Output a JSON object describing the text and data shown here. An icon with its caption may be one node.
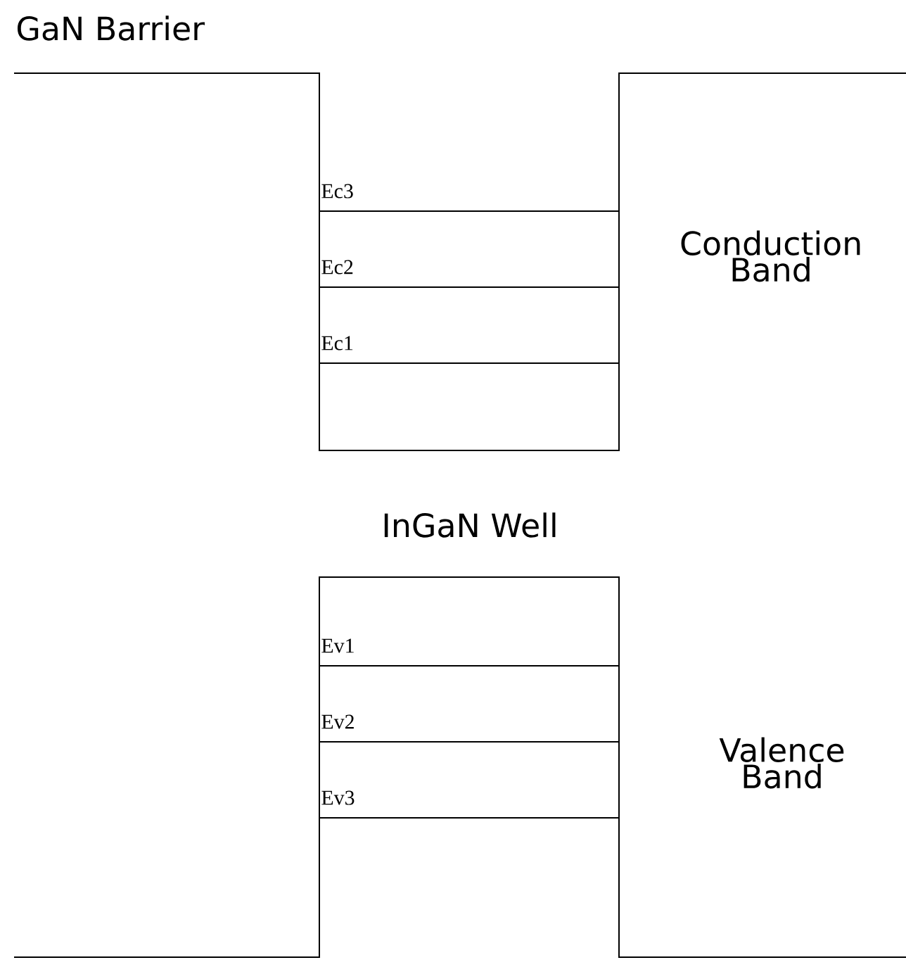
{
  "diagram": {
    "labels": [
      "GaN Barrier",
      "Ec3",
      "Ec2",
      "Ec1",
      "Conduction Band",
      "InGaN Well",
      "Ev1",
      "Ev2",
      "Ev3",
      "Valence Band"
    ]
  }
}
